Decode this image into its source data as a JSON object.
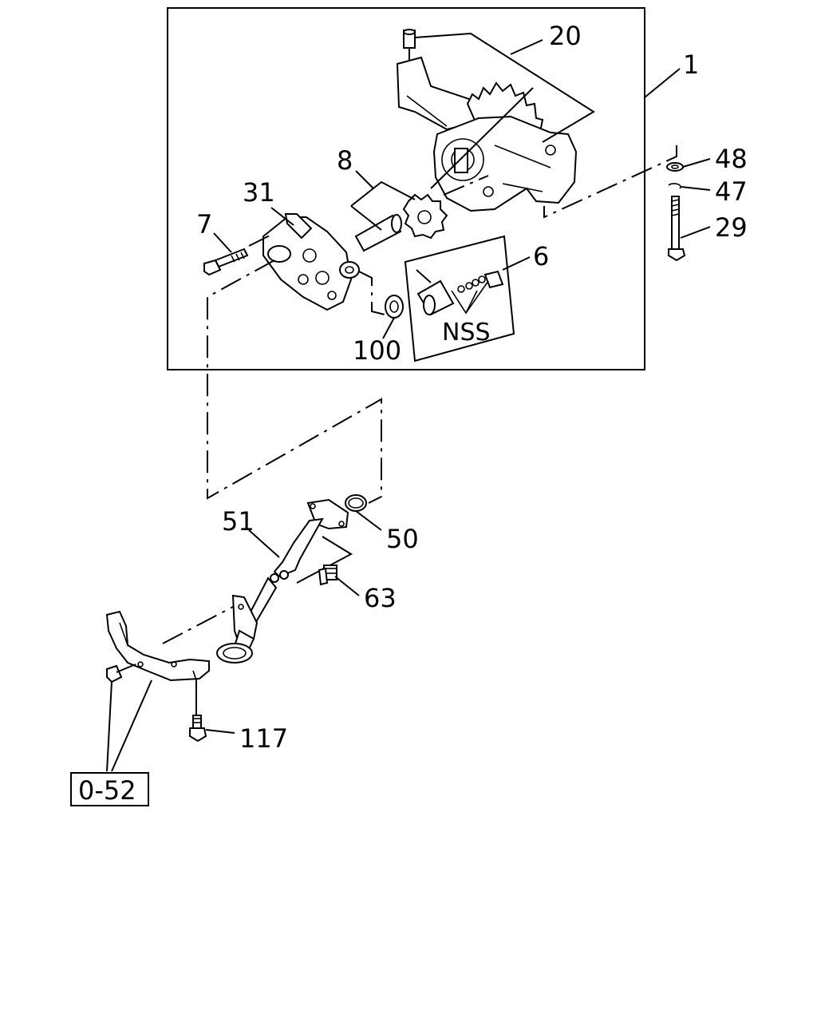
{
  "diagram": {
    "callouts": {
      "c1": "1",
      "c20": "20",
      "c48": "48",
      "c47": "47",
      "c29": "29",
      "c8": "8",
      "c31": "31",
      "c7": "7",
      "c6": "6",
      "c100": "100",
      "c51": "51",
      "c50": "50",
      "c63": "63",
      "c117": "117"
    },
    "nss_label": "NSS",
    "reference_box": "0-52"
  }
}
